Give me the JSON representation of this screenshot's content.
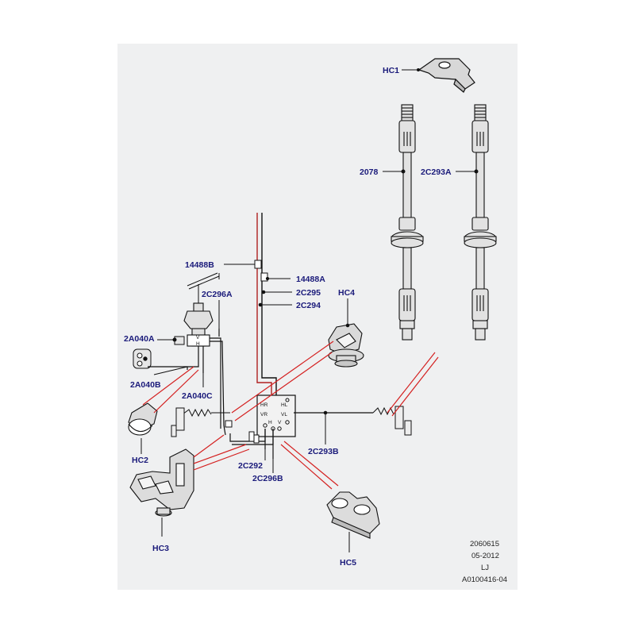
{
  "callouts": {
    "hc1": "HC1",
    "p2078": "2078",
    "p2c293a": "2C293A",
    "p14488b": "14488B",
    "p14488a": "14488A",
    "p2c295": "2C295",
    "p2c294": "2C294",
    "p2c296a": "2C296A",
    "hc4": "HC4",
    "p2a040a": "2A040A",
    "p2a040b": "2A040B",
    "p2a040c": "2A040C",
    "hc2": "HC2",
    "p2c293b": "2C293B",
    "p2c292": "2C292",
    "p2c296b": "2C296B",
    "hc3": "HC3",
    "hc5": "HC5"
  },
  "block_labels": {
    "hr": "HR",
    "hl": "HL",
    "vr": "VR",
    "vl": "VL",
    "h": "H",
    "v": "V",
    "sensor_v": "V",
    "sensor_h": "H"
  },
  "footer": {
    "line1": "2060615",
    "line2": "05-2012",
    "line3": "LJ",
    "line4": "A0100416-04"
  },
  "colors": {
    "callout_text": "#1a1a7a",
    "leader_red": "#d42020",
    "pipe_red": "#b02020",
    "panel_bg": "#eff0f1",
    "line": "#111111"
  }
}
